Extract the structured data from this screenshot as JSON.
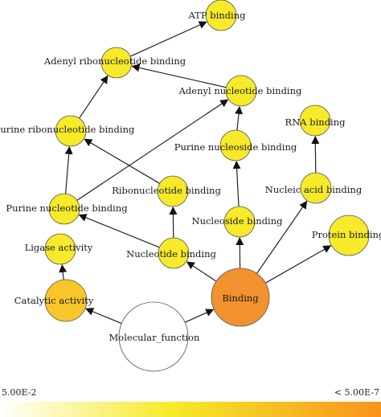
{
  "nodes": [
    {
      "id": "atp",
      "label": "ATP binding",
      "color": "#f6ea2a"
    },
    {
      "id": "adenyl_ribo",
      "label": "Adenyl ribonucleotide binding",
      "color": "#f6ea2a"
    },
    {
      "id": "adenyl_nuc",
      "label": "Adenyl nucleotide binding",
      "color": "#f6ea2a"
    },
    {
      "id": "purine_ribo",
      "label": "Purine ribonucleotide binding",
      "color": "#f6ea2a"
    },
    {
      "id": "rna",
      "label": "RNA binding",
      "color": "#f6ea2a"
    },
    {
      "id": "purine_nucleoside",
      "label": "Purine nucleoside binding",
      "color": "#f6ea2a"
    },
    {
      "id": "ribonucleotide",
      "label": "Ribonucleotide binding",
      "color": "#f6ea2a"
    },
    {
      "id": "nucleic_acid",
      "label": "Nucleic acid binding",
      "color": "#f6ea2a"
    },
    {
      "id": "purine_nucleotide",
      "label": "Purine nucleotide binding",
      "color": "#f6ea2a"
    },
    {
      "id": "nucleoside",
      "label": "Nucleoside binding",
      "color": "#f6ea2a"
    },
    {
      "id": "protein",
      "label": "Protein binding",
      "color": "#f6ea2a"
    },
    {
      "id": "ligase",
      "label": "Ligase activity",
      "color": "#f6ea2a"
    },
    {
      "id": "nucleotide",
      "label": "Nucleotide binding",
      "color": "#f6ea2a"
    },
    {
      "id": "binding",
      "label": "Binding",
      "color": "#f2922e"
    },
    {
      "id": "catalytic",
      "label": "Catalytic activity",
      "color": "#f8c62a"
    },
    {
      "id": "molecular",
      "label": "Molecular_function",
      "color": "#ffffff"
    }
  ],
  "edges": [
    [
      "adenyl_ribo",
      "atp"
    ],
    [
      "purine_ribo",
      "adenyl_ribo"
    ],
    [
      "adenyl_nuc",
      "adenyl_ribo"
    ],
    [
      "purine_nucleotide",
      "purine_ribo"
    ],
    [
      "ribonucleotide",
      "purine_ribo"
    ],
    [
      "purine_nucleotide",
      "adenyl_nuc"
    ],
    [
      "purine_nucleoside",
      "adenyl_nuc"
    ],
    [
      "nucleoside",
      "purine_nucleoside"
    ],
    [
      "nucleic_acid",
      "rna"
    ],
    [
      "nucleotide",
      "purine_nucleotide"
    ],
    [
      "nucleotide",
      "ribonucleotide"
    ],
    [
      "binding",
      "nucleoside"
    ],
    [
      "binding",
      "nucleic_acid"
    ],
    [
      "binding",
      "protein"
    ],
    [
      "binding",
      "nucleotide"
    ],
    [
      "catalytic",
      "ligase"
    ],
    [
      "molecular",
      "catalytic"
    ],
    [
      "molecular",
      "binding"
    ]
  ],
  "legend": {
    "left_label": "5.00E-2",
    "right_label": "< 5.00E-7",
    "gradient_start": "#ffffff",
    "gradient_mid": "#f6ea2a",
    "gradient_end": "#f7941d"
  }
}
